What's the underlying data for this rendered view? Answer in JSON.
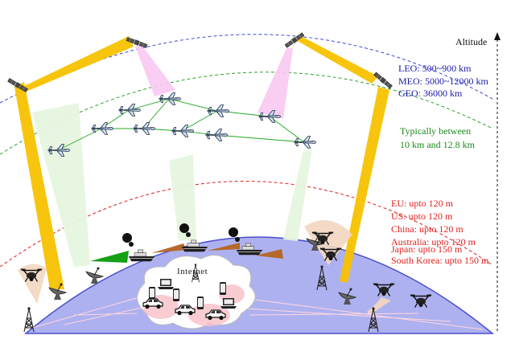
{
  "altitude_label": "Altitude",
  "orbits": {
    "leo": "LEO: 500~900 km",
    "meo": "MEO: 5000~12000 km",
    "geo": "GEO: 36000 km"
  },
  "aircraft_band": {
    "line1": "Typically between",
    "line2": "10 km and 12.8 km"
  },
  "drone_limits": [
    "EU: upto 120 m",
    "US: upto 120 m",
    "China: upto 120 m",
    "Australia: upto 120 m",
    "Japan: upto 150 m",
    "South Korea: upto 150 m"
  ],
  "internet_label": "Internet",
  "colors": {
    "satellite_beam": "#f7c200",
    "aircraft_beam": "#e6f6df",
    "pink_beam": "#f9c8f2",
    "earth": "#aeb1ef",
    "orbit_blue": "#3c4bd6",
    "orbit_green": "#2aa02a",
    "orbit_red": "#e02020",
    "ship_beam_brown": "#b5682a",
    "ship_beam_green": "#16a016"
  },
  "icons": [
    "satellite-icon",
    "airplane-icon",
    "ship-icon",
    "drone-icon",
    "ground-station-icon",
    "cell-tower-icon",
    "car-icon",
    "laptop-icon",
    "phone-icon",
    "cloud-icon"
  ]
}
